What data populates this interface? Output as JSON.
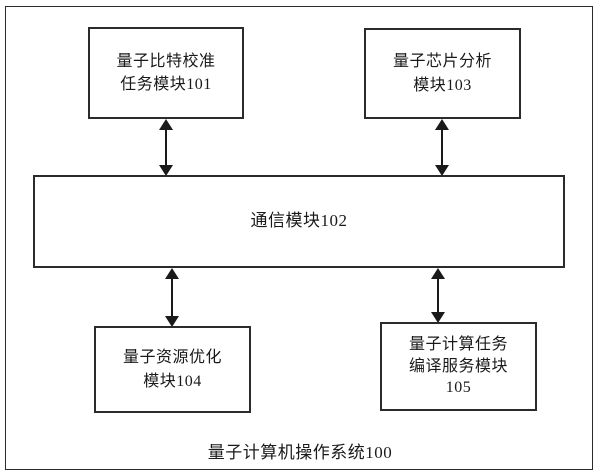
{
  "diagram": {
    "caption": "量子计算机操作系统100",
    "boxes": [
      {
        "id": "101",
        "label": "量子比特校准\n任务模块101"
      },
      {
        "id": "103",
        "label": "量子芯片分析\n模块103"
      },
      {
        "id": "102",
        "label": "通信模块102"
      },
      {
        "id": "104",
        "label": "量子资源优化\n模块104"
      },
      {
        "id": "105",
        "label": "量子计算任务\n编译服务模块\n105"
      }
    ],
    "connectors": [
      {
        "from": "101",
        "to": "102",
        "type": "double-arrow"
      },
      {
        "from": "103",
        "to": "102",
        "type": "double-arrow"
      },
      {
        "from": "102",
        "to": "104",
        "type": "double-arrow"
      },
      {
        "from": "102",
        "to": "105",
        "type": "double-arrow"
      }
    ],
    "colors": {
      "line": "#2b2b2b",
      "text": "#1a1a1a",
      "background": "#ffffff"
    }
  }
}
